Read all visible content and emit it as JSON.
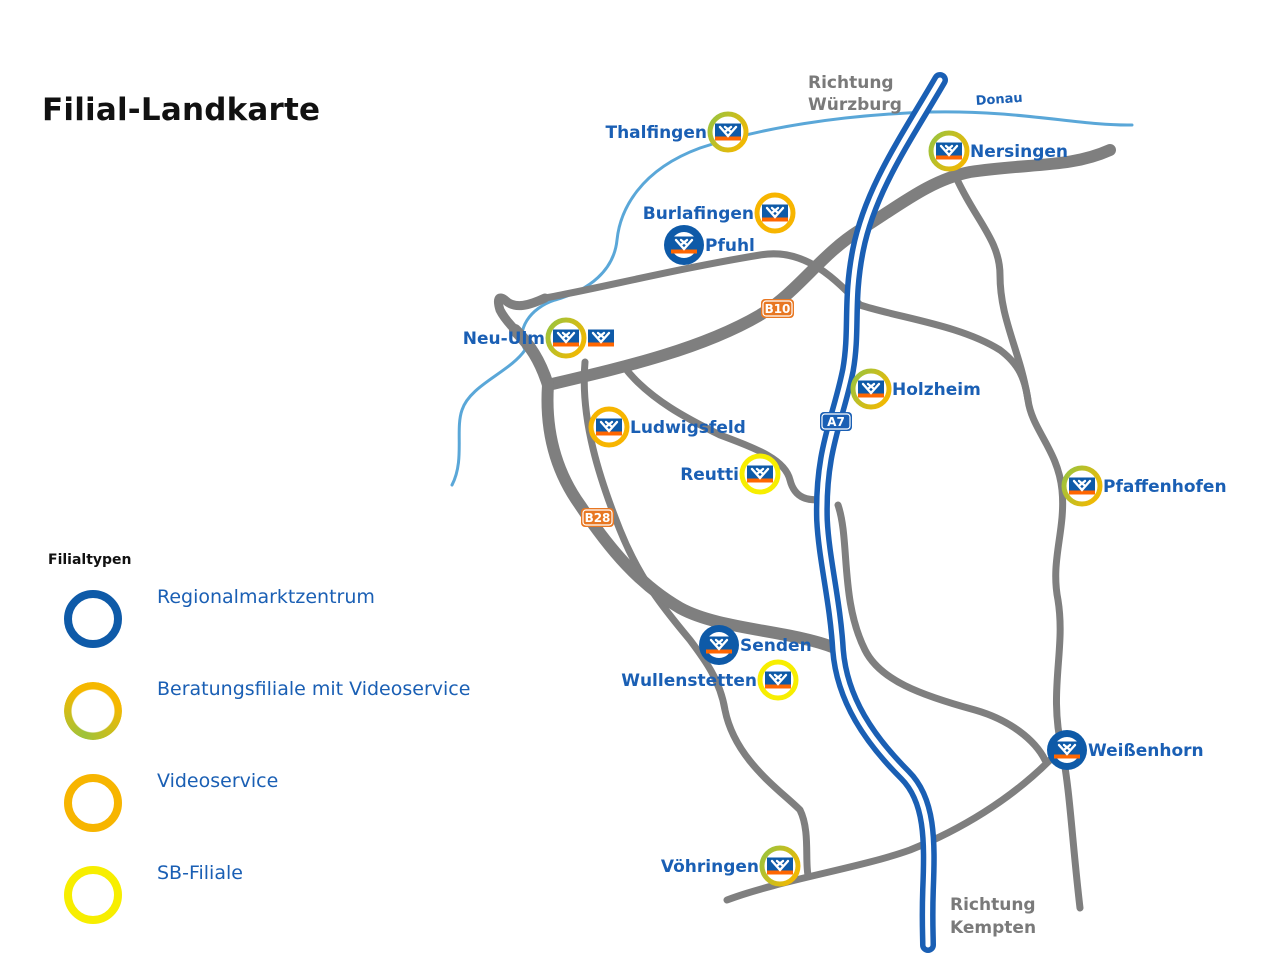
{
  "title": "Filial-Landkarte",
  "legend": {
    "heading": "Filialtypen",
    "items": [
      {
        "label": "Regionalmarktzentrum",
        "type": "regional"
      },
      {
        "label": "Beratungsfiliale mit Videoservice",
        "type": "beratung"
      },
      {
        "label": "Videoservice",
        "type": "video"
      },
      {
        "label": "SB-Filiale",
        "type": "sb"
      }
    ]
  },
  "colors": {
    "regional": "#0e5aa8",
    "beratung_start": "#9ec33b",
    "beratung_end": "#f5b800",
    "video": "#f7b500",
    "sb": "#f7ee00",
    "road": "#7f7f7f",
    "river": "#5aa7d8",
    "autobahn": "#1a5fb4",
    "shield_b": "#e87722",
    "label": "#1a5fb4"
  },
  "directions": {
    "north": [
      "Richtung",
      "Würzburg"
    ],
    "south": [
      "Richtung",
      "Kempten"
    ]
  },
  "river": {
    "name": "Donau"
  },
  "roads": {
    "b10": "B10",
    "b28": "B28",
    "a7": "A7"
  },
  "branches": [
    {
      "name": "Thalfingen",
      "type": "beratung"
    },
    {
      "name": "Nersingen",
      "type": "beratung"
    },
    {
      "name": "Burlafingen",
      "type": "video"
    },
    {
      "name": "Pfuhl",
      "type": "regional"
    },
    {
      "name": "Neu-Ulm",
      "type": "beratung"
    },
    {
      "name": "Holzheim",
      "type": "beratung"
    },
    {
      "name": "Ludwigsfeld",
      "type": "video"
    },
    {
      "name": "Reutti",
      "type": "sb"
    },
    {
      "name": "Pfaffenhofen",
      "type": "beratung"
    },
    {
      "name": "Senden",
      "type": "regional"
    },
    {
      "name": "Wullenstetten",
      "type": "sb"
    },
    {
      "name": "Weißenhorn",
      "type": "regional"
    },
    {
      "name": "Vöhringen",
      "type": "beratung"
    }
  ]
}
